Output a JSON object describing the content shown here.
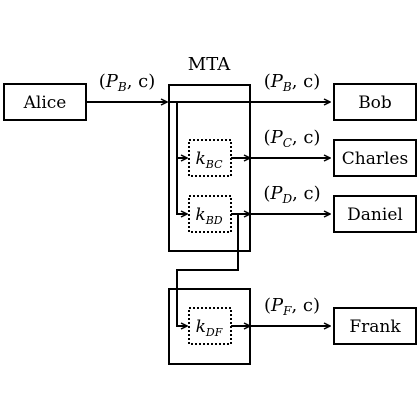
{
  "diagram": {
    "mta_label": "MTA",
    "nodes": {
      "alice": "Alice",
      "bob": "Bob",
      "charles": "Charles",
      "daniel": "Daniel",
      "frank": "Frank"
    },
    "keys": {
      "bc": {
        "base": "k",
        "sub": "BC"
      },
      "bd": {
        "base": "k",
        "sub": "BD"
      },
      "df": {
        "base": "k",
        "sub": "DF"
      }
    },
    "edge_labels": {
      "alice_to_mta": {
        "open": "(",
        "p": "P",
        "sub": "B",
        "rest": ", c)"
      },
      "to_bob": {
        "open": "(",
        "p": "P",
        "sub": "B",
        "rest": ", c)"
      },
      "to_charles": {
        "open": "(",
        "p": "P",
        "sub": "C",
        "rest": ", c)"
      },
      "to_daniel": {
        "open": "(",
        "p": "P",
        "sub": "D",
        "rest": ", c)"
      },
      "to_frank": {
        "open": "(",
        "p": "P",
        "sub": "F",
        "rest": ", c)"
      }
    }
  }
}
